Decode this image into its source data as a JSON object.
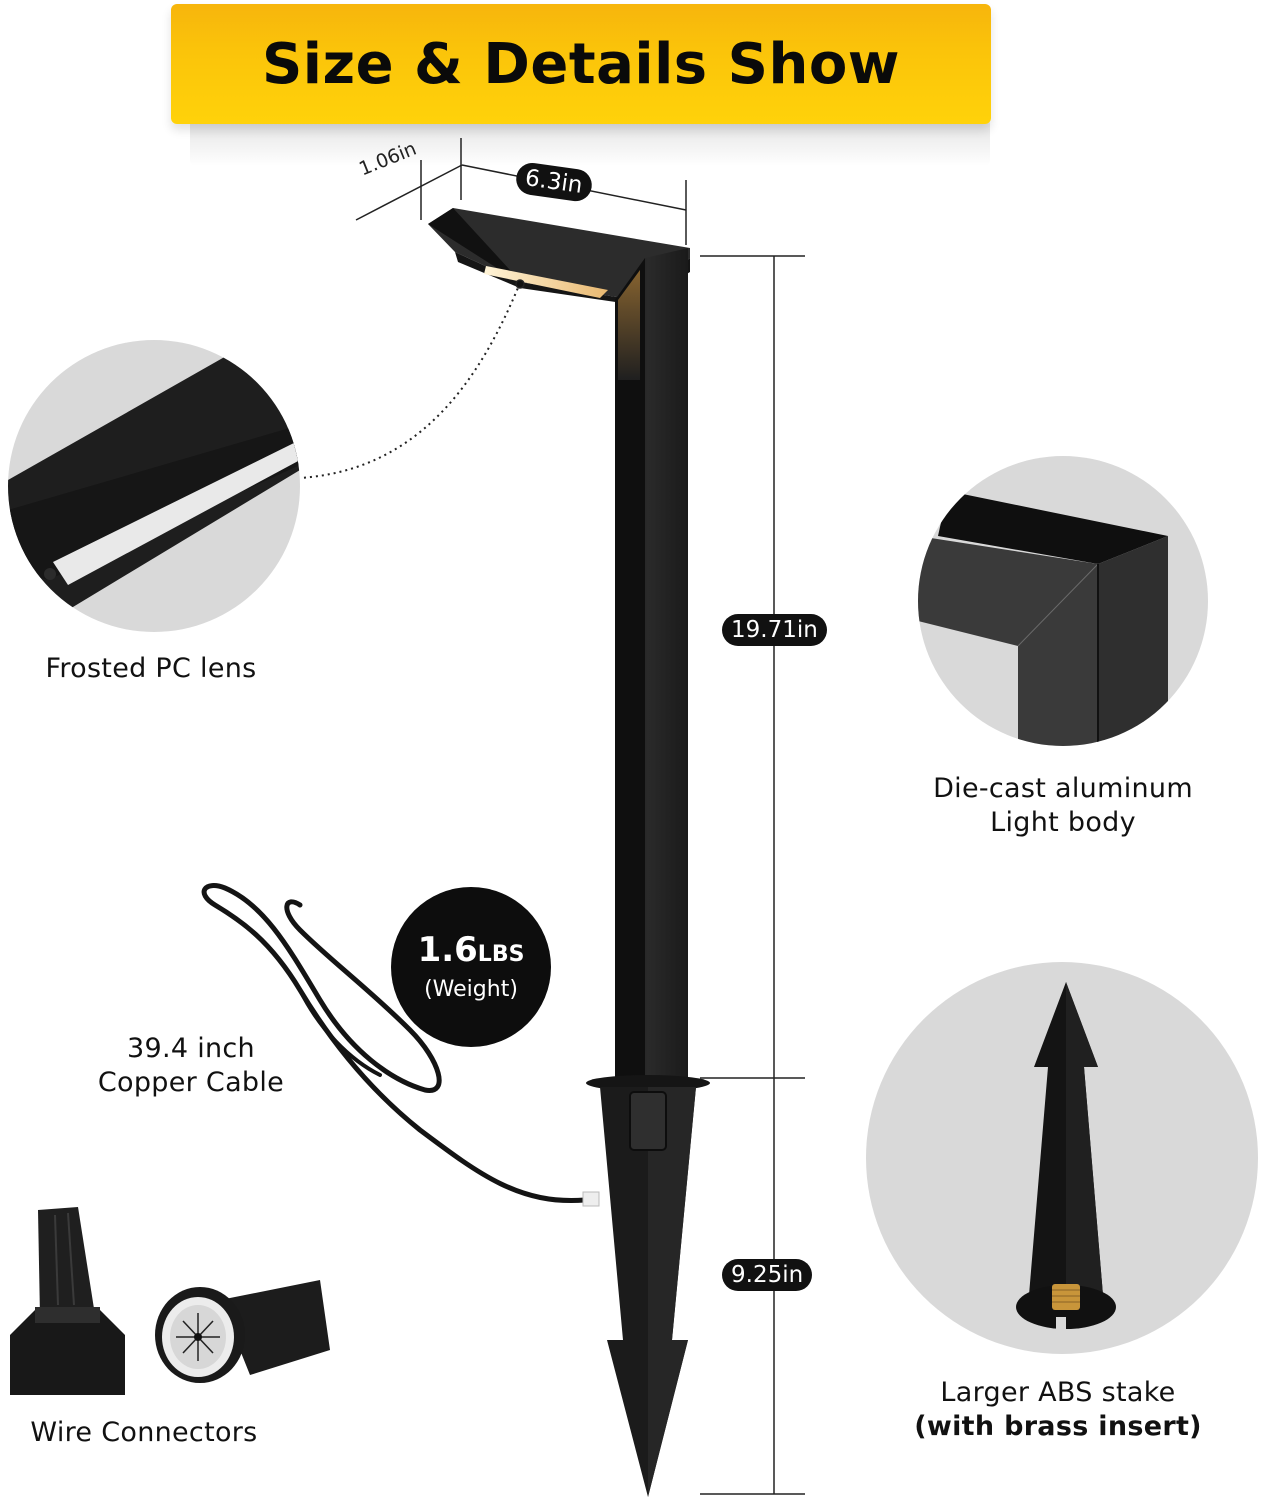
{
  "banner": {
    "title": "Size & Details Show",
    "color": "#fbc40a"
  },
  "dimensions": {
    "depth": "1.06in",
    "width": "6.3in",
    "post_height": "19.71in",
    "stake_height": "9.25in"
  },
  "weight": {
    "value": "1.6",
    "unit": "LBS",
    "label": "(Weight)"
  },
  "features": [
    {
      "id": "lens",
      "caption_line1": "Frosted PC lens",
      "caption_line2": ""
    },
    {
      "id": "body",
      "caption_line1": "Die-cast aluminum",
      "caption_line2": "Light body"
    },
    {
      "id": "cable",
      "caption_line1": "39.4 inch",
      "caption_line2": "Copper Cable"
    },
    {
      "id": "stake",
      "caption_line1": "Larger ABS stake",
      "caption_line2": "(with brass insert)"
    },
    {
      "id": "connectors",
      "caption_line1": "Wire Connectors",
      "caption_line2": ""
    }
  ],
  "colors": {
    "product": "#1a1a1a",
    "circle_bg": "#d9d9d9",
    "led_glow": "#f5d9a0",
    "brass": "#c8953a"
  }
}
